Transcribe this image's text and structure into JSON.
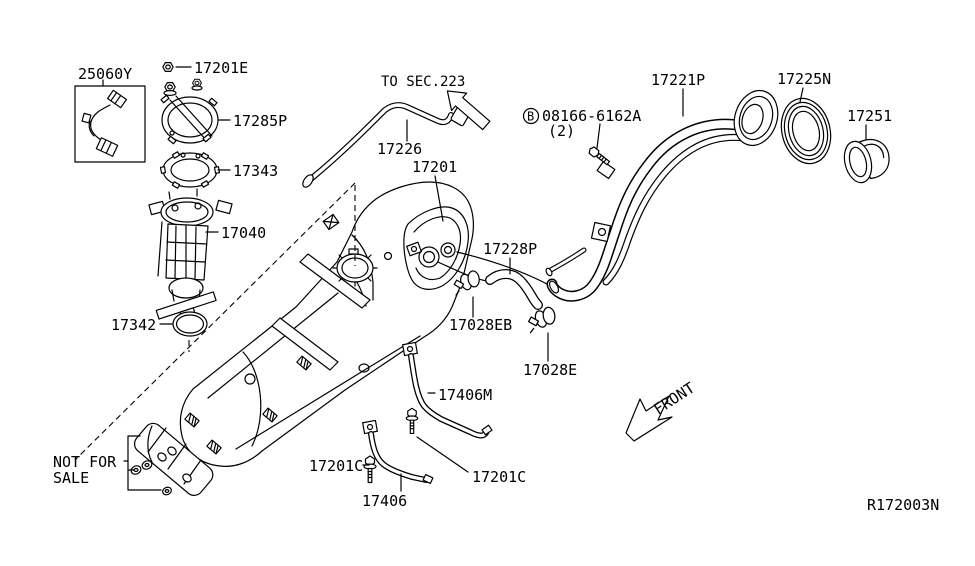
{
  "diagram": {
    "ref": "R172003N",
    "labels": {
      "harness": "25060Y",
      "plate_bolt": "17201E",
      "plate": "17285P",
      "lock_ring": "17343",
      "fuel_pump": "17040",
      "o_ring": "17342",
      "to_sec": "TO SEC.223",
      "breather_tube": "17226",
      "fuel_tank": "17201",
      "bolt_b_prefix": "B",
      "bolt_b_number": "08166-6162A",
      "bolt_b_qty": "(2)",
      "filler_neck": "17221P",
      "seal_ring": "17225N",
      "filler_cap": "17251",
      "hose": "17228P",
      "clamp_eb": "17028EB",
      "clamp_e": "17028E",
      "strap_rear": "17406M",
      "strap_front": "17406",
      "strap_bolt_left": "17201C",
      "strap_bolt_right": "17201C",
      "front": "FRONT",
      "not_for_sale_line1": "NOT FOR",
      "not_for_sale_line2": "SALE"
    },
    "colors": {
      "line": "#000000",
      "background": "#ffffff"
    }
  }
}
